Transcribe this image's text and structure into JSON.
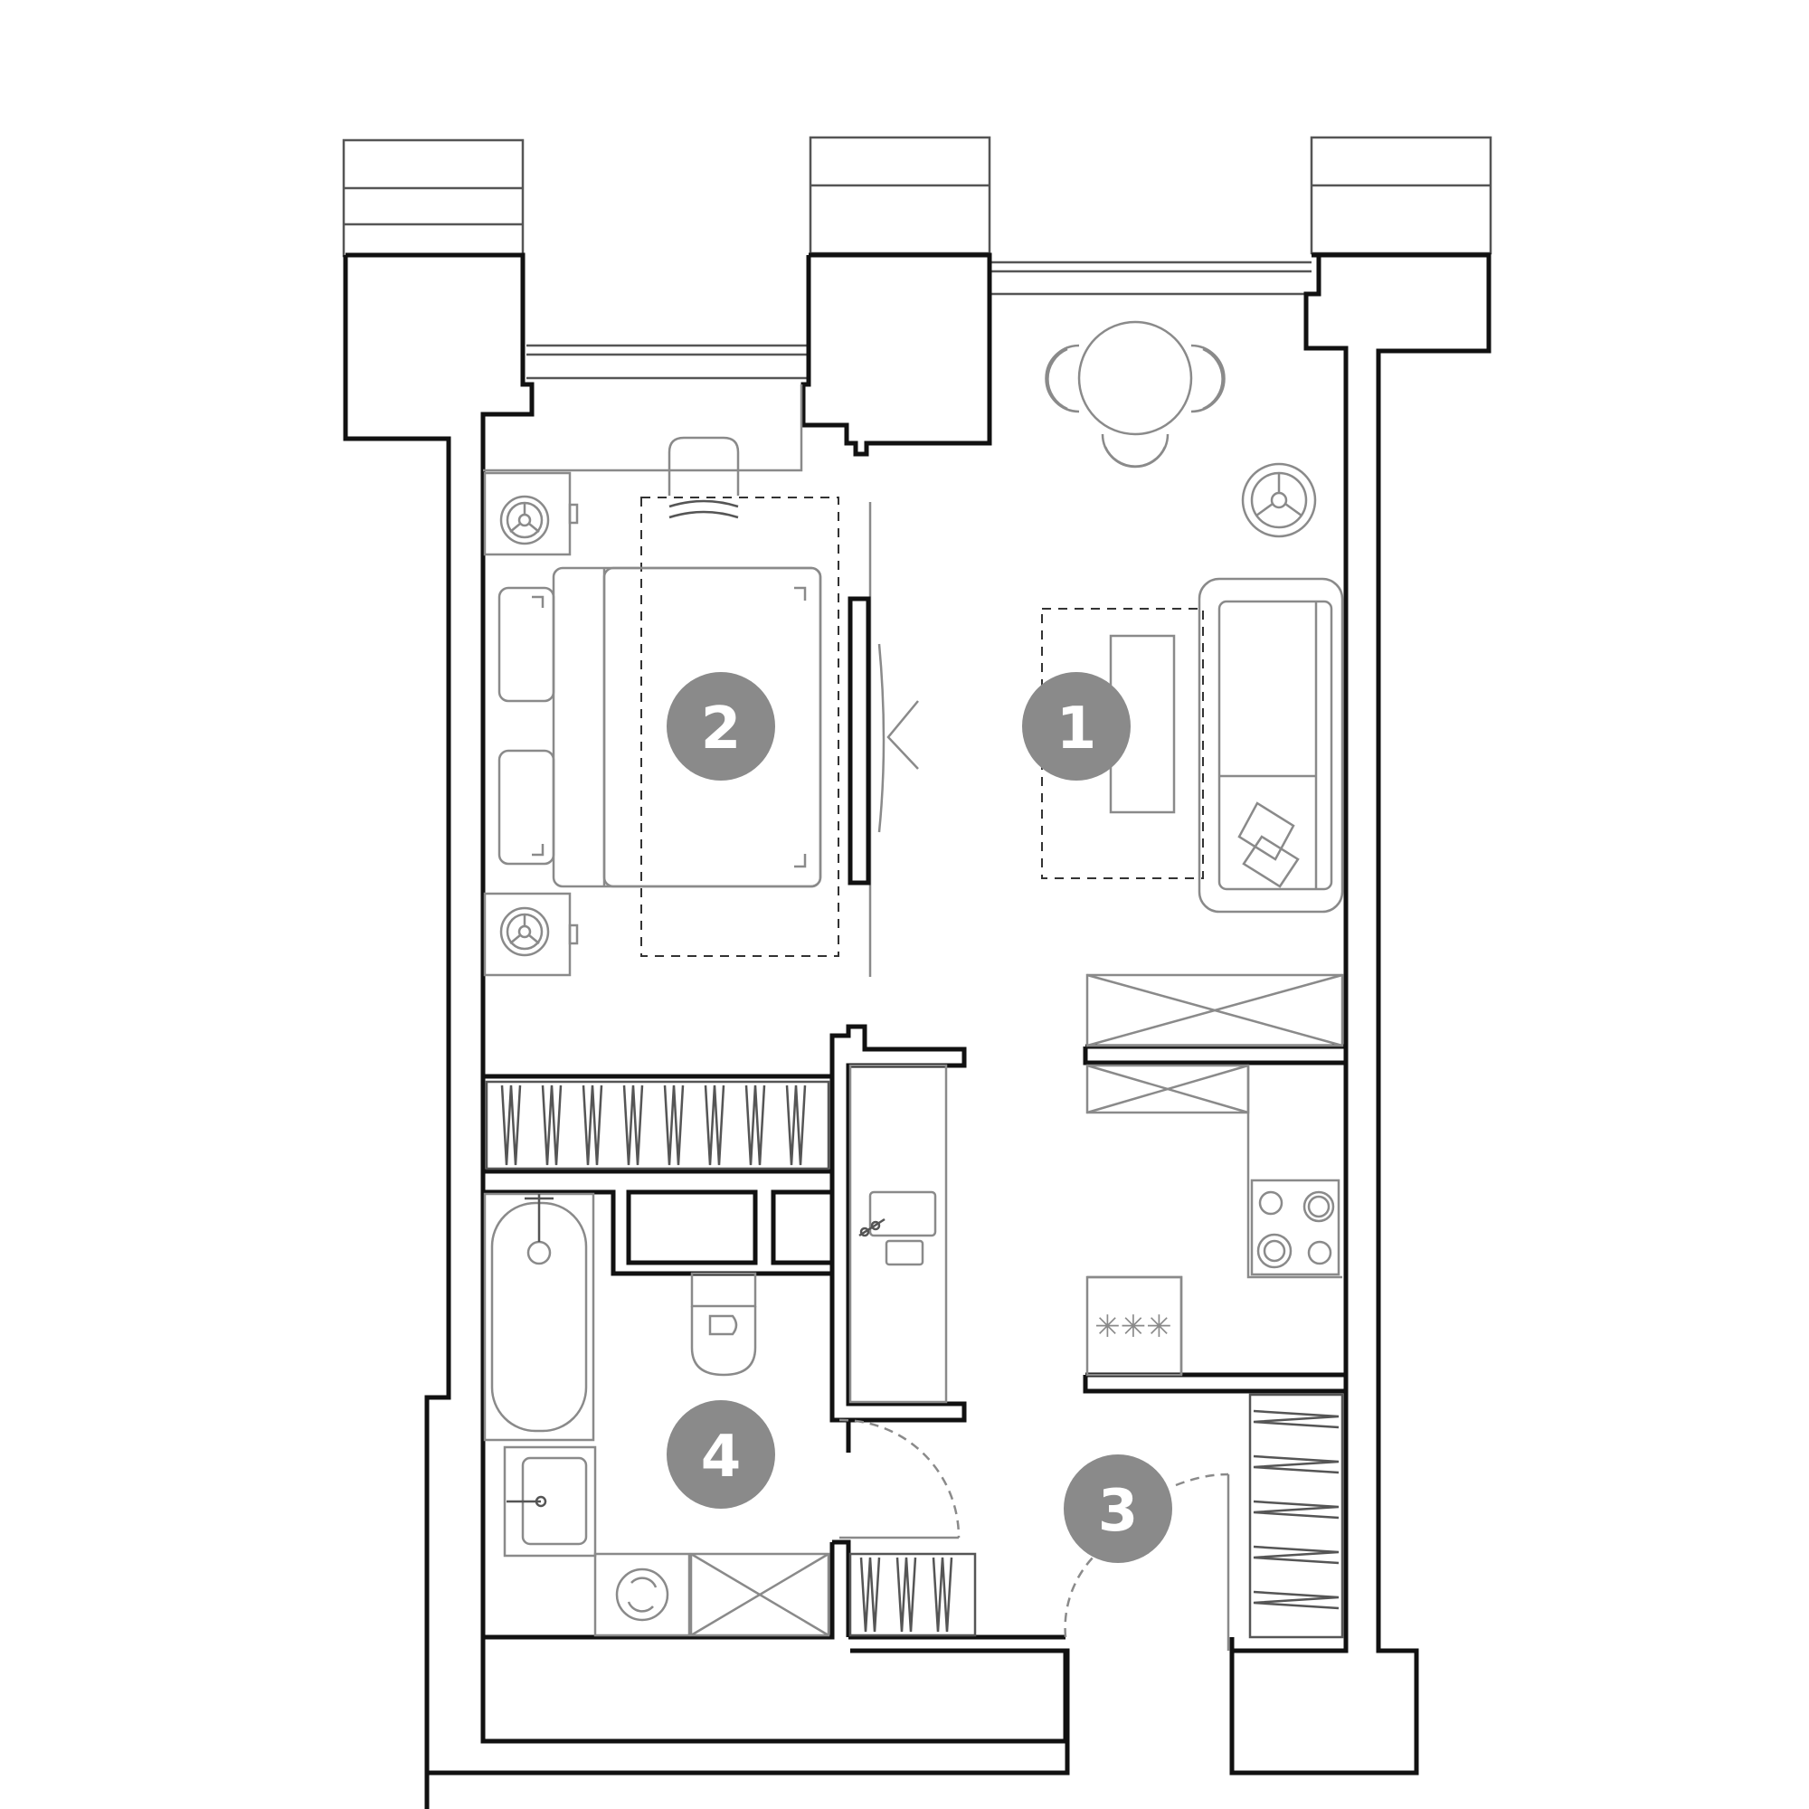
{
  "rooms": [
    {
      "number": "1",
      "label": "1"
    },
    {
      "number": "2",
      "label": "2"
    },
    {
      "number": "3",
      "label": "3"
    },
    {
      "number": "4",
      "label": "4"
    }
  ],
  "colors": {
    "wall": "#111111",
    "furniture": "#8a8a8a",
    "badge": "#8a8a8a",
    "background": "#ffffff"
  },
  "icons": [
    "window-icon",
    "dining-table-icon",
    "chair-icon",
    "floor-lamp-icon",
    "sofa-icon",
    "coffee-table-icon",
    "rug-icon",
    "double-bed-icon",
    "nightstand-icon",
    "desk-chair-icon",
    "tv-icon",
    "wardrobe-icon",
    "bathtub-icon",
    "washbasin-icon",
    "toilet-icon",
    "washing-machine-icon",
    "kitchen-sink-icon",
    "cooktop-icon",
    "door-swing-icon"
  ]
}
